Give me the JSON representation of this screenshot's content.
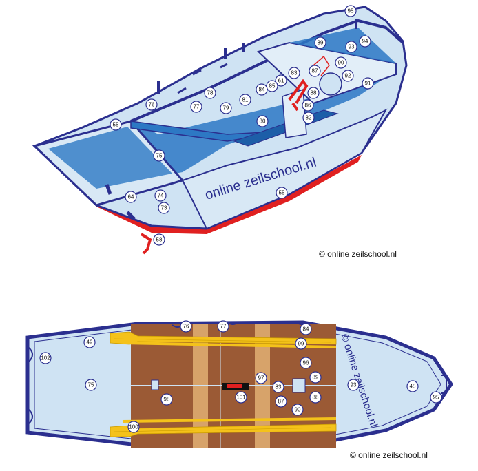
{
  "diagram": {
    "side_view": {
      "hull_text": "online zeilschool.nl",
      "copyright": "© online zeilschool.nl",
      "markers": [
        "95",
        "94",
        "93",
        "89",
        "90",
        "87",
        "92",
        "91",
        "83",
        "61",
        "85",
        "84",
        "88",
        "86",
        "82",
        "78",
        "77",
        "76",
        "79",
        "81",
        "80",
        "55",
        "75",
        "74",
        "73",
        "64",
        "58",
        "55"
      ]
    },
    "top_view": {
      "side_text": "© online zeilschool.nl",
      "copyright": "© online zeilschool.nl",
      "markers": [
        "102",
        "49",
        "75",
        "76",
        "77",
        "84",
        "99",
        "96",
        "97",
        "83",
        "89",
        "88",
        "87",
        "90",
        "93",
        "45",
        "95",
        "98",
        "101",
        "100"
      ]
    },
    "colors": {
      "navy": "#2b2f8f",
      "hull_light": "#cfe3f3",
      "deck_blue": "#2d78c4",
      "wood": "#9b5a35",
      "wood_light": "#d7a36a",
      "oar": "#f4c21a",
      "red": "#e02020"
    }
  }
}
